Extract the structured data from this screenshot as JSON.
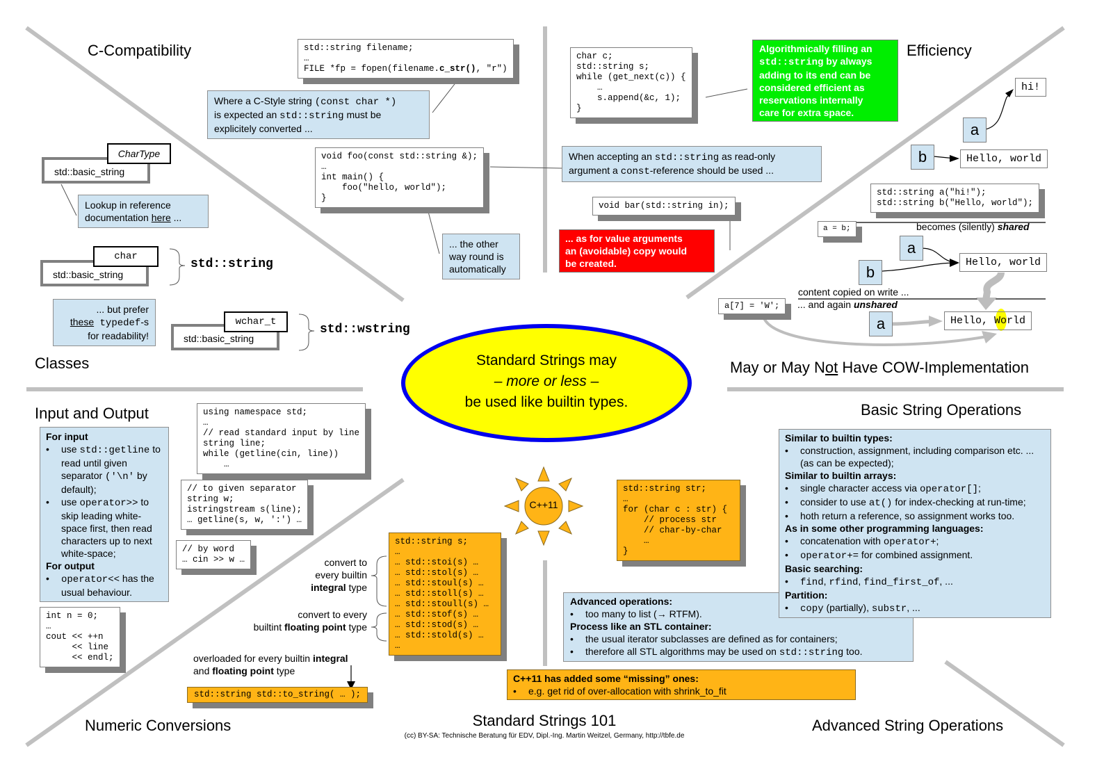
{
  "poster": {
    "title": "Standard Strings 101",
    "credit": "(cc) BY-SA: Technische Beratung für EDV, Dipl.-Ing. Martin Weitzel, Germany, http://tbfe.de",
    "center": {
      "line1": "Standard Strings may",
      "line2": "– more or less –",
      "line3": "be used like builtin types."
    },
    "cpp11_badge": "C++11"
  },
  "colors": {
    "note_blue": "#cfe4f2",
    "orange": "#ffb416",
    "green": "#00ee00",
    "red": "#ff0000",
    "ellipse_fill": "#ffff00",
    "ellipse_border": "#0000ee",
    "divider_gray": "#c0c0c0"
  },
  "sections": {
    "c_compat": {
      "title": "C-Compatibility",
      "code_fopen": [
        "std::string filename;",
        "…",
        "FILE *fp = fopen(filename.c_str(), \"r\")"
      ],
      "note_cstyle": {
        "t1": "Where a C-Style string ",
        "t1m": "(const char *)",
        "t2": "is expected an ",
        "t2m": "std::string",
        "t3": " must be",
        "t4": "explicitely converted ..."
      },
      "code_foo": [
        "void foo(const std::string &);",
        "…",
        "int main() {",
        "    foo(\"hello, world\");",
        "}"
      ],
      "note_other_way": [
        "... the other",
        "way round is",
        "automatically"
      ]
    },
    "classes": {
      "title": "Classes",
      "template_param": "CharType",
      "basic_string": "std::basic_string",
      "note_lookup": {
        "t1": "Lookup in reference",
        "t2": "documentation ",
        "link": "here",
        "t3": " ..."
      },
      "char_param": "char",
      "string_typedef": "std::string",
      "wchar_param": "wchar_t",
      "wstring_typedef": "std::wstring",
      "note_prefer": {
        "t1": "... but prefer",
        "link": "these",
        "t2m": " typedef",
        "t2": "-s",
        "t3": "for readability!"
      }
    },
    "efficiency": {
      "title": "Efficiency",
      "code_append": [
        "char c;",
        "std::string s;",
        "while (get_next(c)) {",
        "    …",
        "    s.append(&c, 1);",
        "}"
      ],
      "green_note": {
        "t1": "Algorithmically filling an",
        "t2m": "std::string",
        "t2": " by always",
        "t3": "adding to its end can be",
        "t4": "considered efficient as",
        "t5": "reservations internally",
        "t6": "care for extra space."
      },
      "note_const_ref": {
        "t1": "When accepting an ",
        "t1m": "std::string",
        "t2": " as read-only",
        "t3": "argument a ",
        "t3m": "const",
        "t4": "-reference should be used ..."
      },
      "code_bar": "void bar(std::string in);",
      "red_note": [
        "... as for value arguments",
        "an (avoidable) copy would",
        "be created."
      ]
    },
    "cow": {
      "title_pre": "May or May N",
      "title_ul": "ot",
      "title_post": " Have COW-Implementation",
      "var_a": "a",
      "var_b": "b",
      "val_hi": "hi!",
      "val_hello": "Hello, world",
      "val_hello_w_pre": "Hello, ",
      "val_hello_w_hl": "W",
      "val_hello_w_post": "orld",
      "code_init": [
        "std::string a(\"hi!\");",
        "std::string b(\"Hello, world\");"
      ],
      "code_assign": "a = b;",
      "shared_pre": "becomes (silently) ",
      "shared_bold": "shared",
      "copied": "content copied on write ...",
      "unshared_pre": "... and again ",
      "unshared_bold": "unshared",
      "code_write": "a[7] = 'W';"
    },
    "io": {
      "title": "Input and Output",
      "note": {
        "for_input": "For input",
        "b1a": "use ",
        "b1m": "std::getline",
        "b1b": "to read until given separator",
        "b1m2": "('\\n'",
        "b1c": " by default);",
        "b2m": "operator>>",
        "b2a": "use ",
        "b2b": " to skip leading white-space first, then read characters up to next white-space;",
        "for_output": "For output",
        "b3m": "operator<<",
        "b3b": " has the usual behaviour."
      },
      "code_getline": [
        "using namespace std;",
        "…",
        "// read standard input by line",
        "string line;",
        "while (getline(cin, line))",
        "    …"
      ],
      "code_sep": [
        "// to given separator",
        "string w;",
        "istringstream s(line);",
        "… getline(s, w, ':') …"
      ],
      "code_word": [
        "// by word",
        "… cin >> w …"
      ],
      "code_out": [
        "int n = 0;",
        "…",
        "cout << ++n",
        "     << line",
        "     << endl;"
      ]
    },
    "numeric": {
      "title": "Numeric Conversions",
      "integral_label": {
        "t1": "convert to",
        "t2": "every builtin",
        "t3b": "integral",
        "t3": " type"
      },
      "float_label": {
        "t1": "convert to every",
        "t2": "builtint ",
        "t2b": "floating point",
        "t3": " type"
      },
      "code_sto": [
        "std::string s;",
        "…",
        "… std::stoi(s) …",
        "… std::stol(s) …",
        "… std::stoul(s) …",
        "… std::stoll(s) …",
        "… std::stoull(s) …",
        "… std::stof(s) …",
        "… std::stod(s) …",
        "… std::stold(s) …",
        "…"
      ],
      "overload_label": {
        "t1": "overloaded for every builtin ",
        "t1b": "integral",
        "t2": "and ",
        "t2b": "floating point",
        "t3": " type"
      },
      "code_to_string": "std::string std::to_string( … );",
      "code_range_for": [
        "std::string str;",
        "…",
        "for (char c : str) {",
        "    // process str",
        "    // char-by-char",
        "    …",
        "}"
      ]
    },
    "basic_ops": {
      "title": "Basic String Operations",
      "groups": [
        {
          "header": "Similar to builtin types:",
          "items": [
            "construction, assignment, including comparison etc. ... (as can be expected);"
          ]
        },
        {
          "header": "Similar to builtin arrays:",
          "items": [
            "single character access via |operator[]|;",
            "consider to use |at()| for index-checking at run-time;",
            "hoth return a reference, so assignment works too."
          ]
        },
        {
          "header": "As in some other programming languages:",
          "items": [
            "concatenation with |operator+|;",
            "|operator+=| for combined assignment."
          ]
        },
        {
          "header": "Basic searching:",
          "items": [
            "|find|, |rfind|, |find_first_of|, ..."
          ]
        },
        {
          "header": "Partition:",
          "items": [
            "|copy| (partially), |substr|, ..."
          ]
        }
      ]
    },
    "advanced_ops": {
      "title": "Advanced String Operations",
      "groups": [
        {
          "header": "Advanced operations:",
          "items": [
            "too many to list (→ RTFM)."
          ]
        },
        {
          "header": "Process like an STL container:",
          "items": [
            "the usual iterator subclasses are defined as for containers;",
            "therefore all STL algorithms may be used on |std::string| too."
          ]
        }
      ],
      "cpp11_note": {
        "header": "C++11 has added some “missing” ones:",
        "item": "e.g. get rid of over-allocation with |shrink_to_fit|"
      }
    }
  }
}
